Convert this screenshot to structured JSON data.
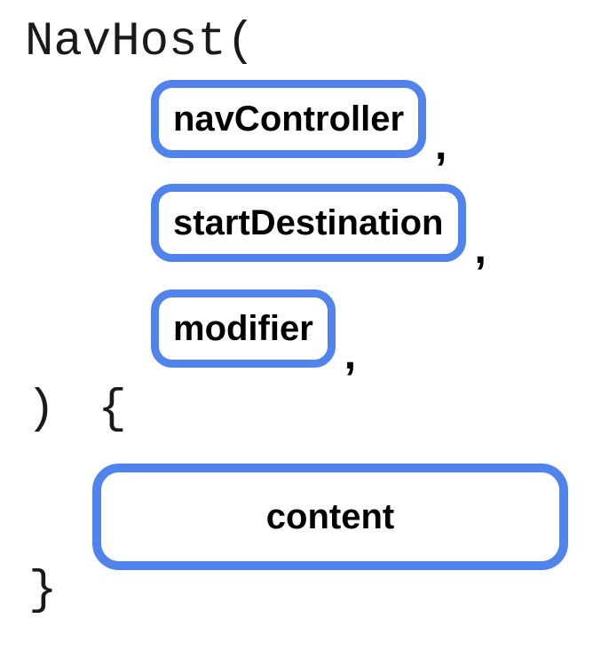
{
  "diagram": {
    "function_open": "NavHost(",
    "params": [
      {
        "label": "navController",
        "suffix": ","
      },
      {
        "label": "startDestination",
        "suffix": ","
      },
      {
        "label": "modifier",
        "suffix": ","
      }
    ],
    "body_open_paren": ")",
    "body_open_brace": "{",
    "slot": {
      "label": "content"
    },
    "body_close_brace": "}",
    "colors": {
      "badge_border": "#5183EC",
      "badge_background": "#FFFFFF",
      "code_text": "#1A1A1A",
      "label_text": "#000000",
      "background": "#FFFFFF"
    }
  }
}
